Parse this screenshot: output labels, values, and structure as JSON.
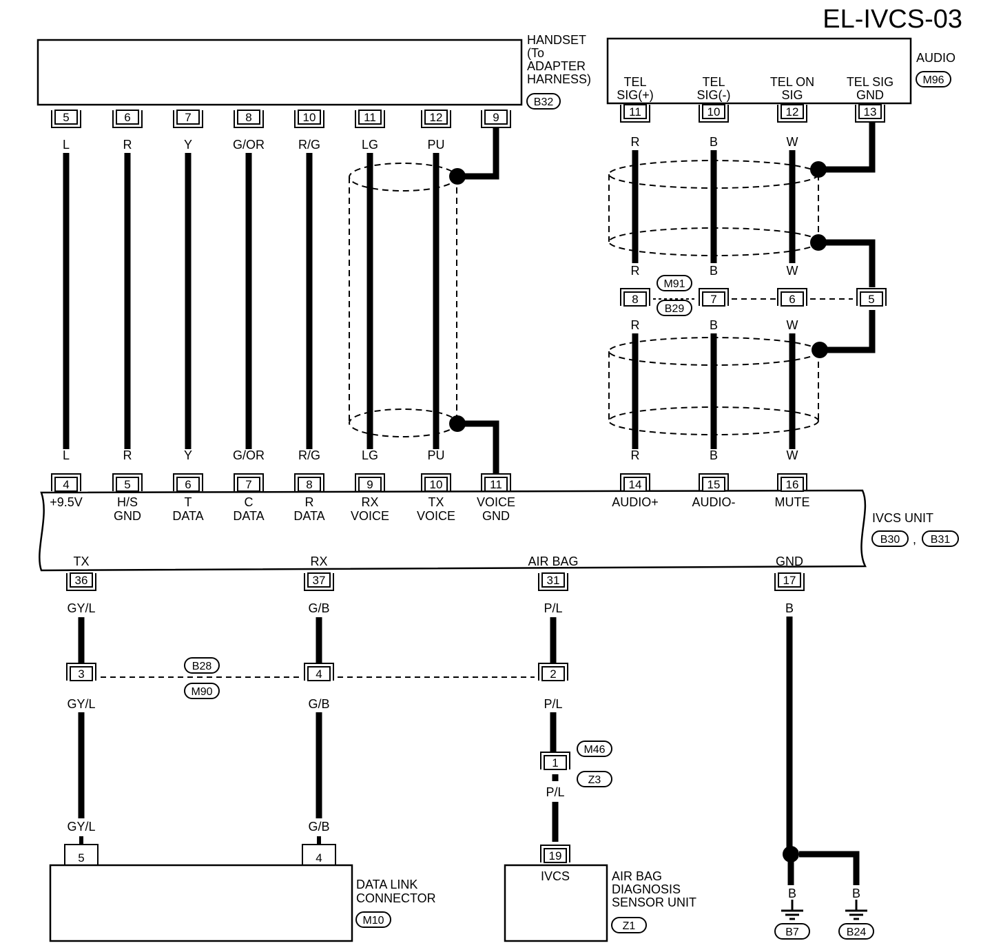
{
  "title": "EL-IVCS-03",
  "handset": {
    "name_lines": [
      "HANDSET",
      "(To",
      "ADAPTER",
      "HARNESS)"
    ],
    "connector": "B32",
    "pins": [
      {
        "num": "5",
        "color": "L"
      },
      {
        "num": "6",
        "color": "R"
      },
      {
        "num": "7",
        "color": "Y"
      },
      {
        "num": "8",
        "color": "G/OR"
      },
      {
        "num": "10",
        "color": "R/G"
      },
      {
        "num": "11",
        "color": "LG"
      },
      {
        "num": "12",
        "color": "PU"
      },
      {
        "num": "9",
        "color": ""
      }
    ]
  },
  "audio": {
    "name": "AUDIO",
    "connector": "M96",
    "pins": [
      {
        "num": "11",
        "label": [
          "TEL",
          "SIG(+)"
        ],
        "color": "R"
      },
      {
        "num": "10",
        "label": [
          "TEL",
          "SIG(-)"
        ],
        "color": "B"
      },
      {
        "num": "12",
        "label": [
          "TEL ON",
          "SIG"
        ],
        "color": "W"
      },
      {
        "num": "13",
        "label": [
          "TEL SIG",
          "GND"
        ],
        "color": ""
      }
    ]
  },
  "joint_mid": {
    "connectors": [
      "M91",
      "B29"
    ],
    "pins": [
      {
        "num": "8",
        "color_top": "R",
        "color_bot": "R"
      },
      {
        "num": "7",
        "color_top": "B",
        "color_bot": "B"
      },
      {
        "num": "6",
        "color_top": "W",
        "color_bot": "W"
      },
      {
        "num": "5",
        "color_top": "",
        "color_bot": ""
      }
    ]
  },
  "ivcs": {
    "name": "IVCS UNIT",
    "connectors": [
      "B30",
      "B31"
    ],
    "separator": ",",
    "top_pins": [
      {
        "num": "4",
        "color": "L",
        "label": [
          "+9.5V"
        ]
      },
      {
        "num": "5",
        "color": "R",
        "label": [
          "H/S",
          "GND"
        ]
      },
      {
        "num": "6",
        "color": "Y",
        "label": [
          "T",
          "DATA"
        ]
      },
      {
        "num": "7",
        "color": "G/OR",
        "label": [
          "C",
          "DATA"
        ]
      },
      {
        "num": "8",
        "color": "R/G",
        "label": [
          "R",
          "DATA"
        ]
      },
      {
        "num": "9",
        "color": "LG",
        "label": [
          "RX",
          "VOICE"
        ]
      },
      {
        "num": "10",
        "color": "PU",
        "label": [
          "TX",
          "VOICE"
        ]
      },
      {
        "num": "11",
        "color": "",
        "label": [
          "VOICE",
          "GND"
        ]
      },
      {
        "num": "14",
        "color": "R",
        "label": [
          "AUDIO+"
        ]
      },
      {
        "num": "15",
        "color": "B",
        "label": [
          "AUDIO-"
        ]
      },
      {
        "num": "16",
        "color": "W",
        "label": [
          "MUTE"
        ]
      }
    ],
    "bottom_pins": [
      {
        "num": "36",
        "label": "TX",
        "color": "GY/L"
      },
      {
        "num": "37",
        "label": "RX",
        "color": "G/B"
      },
      {
        "num": "31",
        "label": "AIR BAG",
        "color": "P/L"
      },
      {
        "num": "17",
        "label": "GND",
        "color": "B"
      }
    ]
  },
  "joint_low": {
    "connectors": [
      "B28",
      "M90"
    ],
    "pins": [
      {
        "num": "3",
        "color_bot": "GY/L"
      },
      {
        "num": "4",
        "color_bot": "G/B"
      },
      {
        "num": "2",
        "color_bot": "P/L"
      }
    ]
  },
  "joint_airbag": {
    "connectors": [
      "M46",
      "Z3"
    ],
    "pin": "1",
    "color_bot": "P/L"
  },
  "dlc": {
    "name_lines": [
      "DATA LINK",
      "CONNECTOR"
    ],
    "connector": "M10",
    "pins": [
      {
        "num": "5",
        "color": "GY/L"
      },
      {
        "num": "4",
        "color": "G/B"
      }
    ]
  },
  "airbag_unit": {
    "name_lines": [
      "AIR BAG",
      "DIAGNOSIS",
      "SENSOR UNIT"
    ],
    "connector": "Z1",
    "pin": "19",
    "pin_label": "IVCS",
    "color": "P/L"
  },
  "grounds": [
    {
      "name": "B7",
      "color": "B"
    },
    {
      "name": "B24",
      "color": "B"
    }
  ]
}
